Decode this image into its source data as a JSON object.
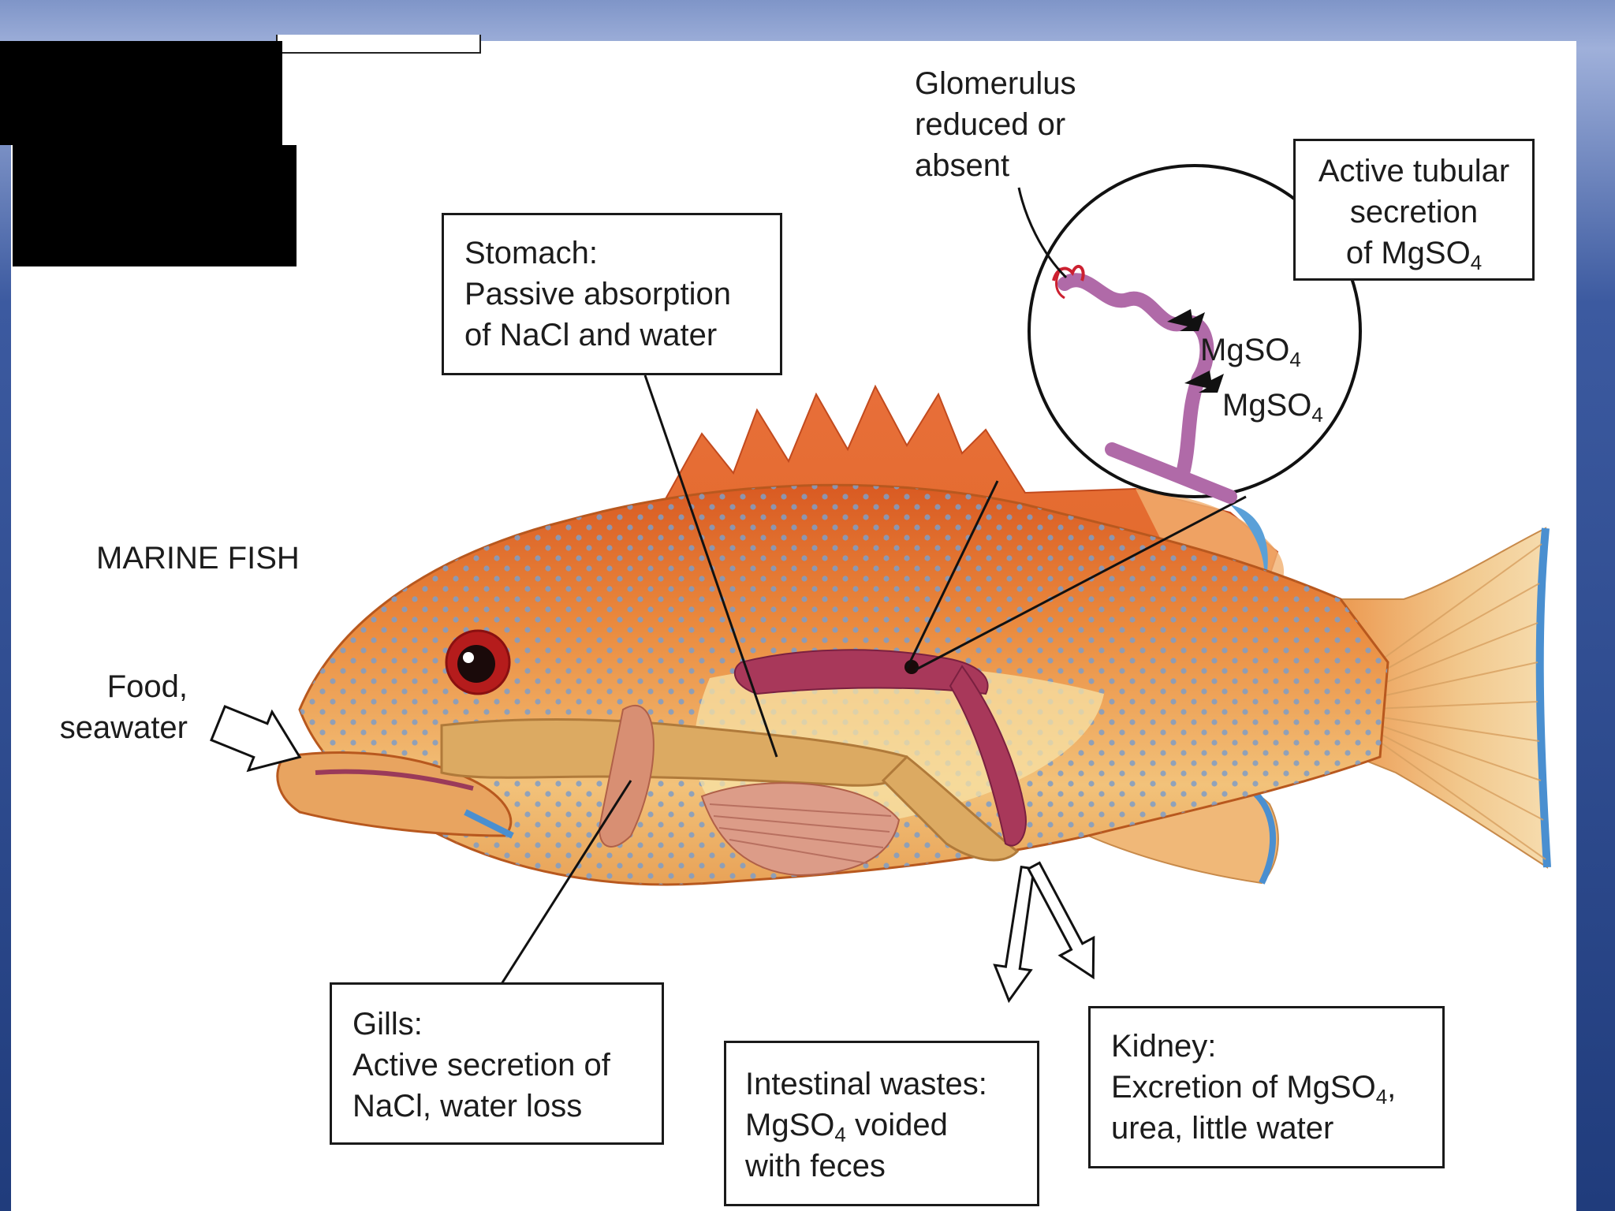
{
  "title": "MARINE FISH",
  "colors": {
    "slide_background": "#2f4a8c",
    "panel": "#ffffff",
    "fish_body": "#e8823a",
    "fish_belly": "#f4d98a",
    "spots": "#8aa6c8",
    "intestine": "#d8a861",
    "kidney": "#a83a5a",
    "tubule": "#b06aa8",
    "fin_tips": "#5aa0d8"
  },
  "labels": {
    "food_intake": "Food,\nseawater",
    "glomerulus": "Glomerulus\nreduced or\nabsent",
    "mgso4_arrow_1": {
      "base": "MgSO",
      "sub": "4"
    },
    "mgso4_arrow_2": {
      "base": "MgSO",
      "sub": "4"
    }
  },
  "boxes": {
    "stomach": {
      "heading": "Stomach:",
      "line1": "Passive absorption",
      "line2": "of NaCl and water"
    },
    "tubular": {
      "line1": "Active tubular",
      "line2": "secretion",
      "line3_base": "of MgSO",
      "line3_sub": "4"
    },
    "gills": {
      "heading": "Gills:",
      "line1": "Active secretion of",
      "line2": "NaCl, water loss"
    },
    "intestinal": {
      "heading": "Intestinal wastes:",
      "line1_base": "MgSO",
      "line1_sub": "4",
      "line1_rest": " voided",
      "line2": "with feces"
    },
    "kidney": {
      "heading": "Kidney:",
      "line1_base": "Excretion of MgSO",
      "line1_sub": "4",
      "line1_rest": ",",
      "line2": "urea, little water"
    }
  }
}
